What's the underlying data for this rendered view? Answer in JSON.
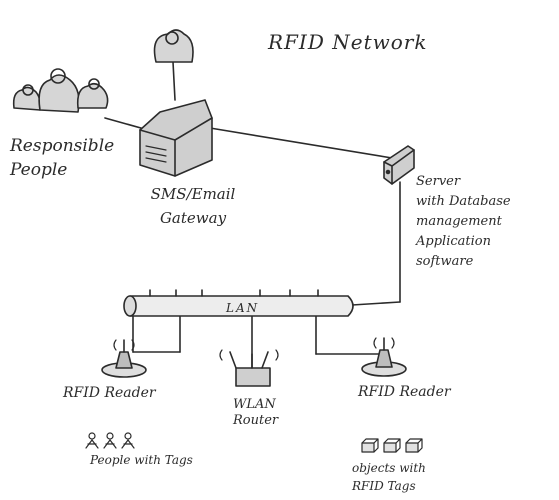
{
  "diagram": {
    "title": "RFID Network",
    "responsible_people": [
      "Responsible",
      "People"
    ],
    "gateway": [
      "SMS/Email",
      "Gateway"
    ],
    "server": [
      "Server",
      "with Database",
      "management",
      "Application",
      "software"
    ],
    "lan": "LAN",
    "reader_left": "RFID Reader",
    "reader_right": "RFID Reader",
    "router": [
      "WLAN",
      "Router"
    ],
    "people_tags": "People with Tags",
    "objects_tags": [
      "objects with",
      "RFID Tags"
    ]
  },
  "colors": {
    "ink": "#2b2b2b",
    "fill": "#c9c9c9",
    "paper": "#ffffff"
  },
  "icons": [
    "person-icon",
    "gateway-device-icon",
    "server-icon",
    "lan-cable-icon",
    "rfid-reader-icon",
    "wlan-router-icon",
    "tag-person-icon",
    "tagged-box-icon"
  ]
}
